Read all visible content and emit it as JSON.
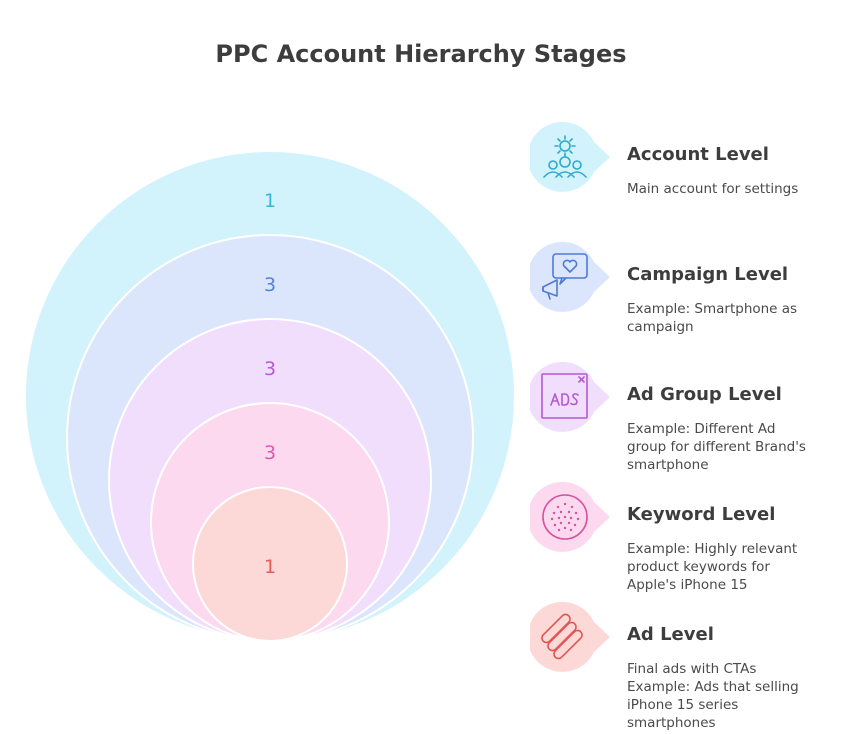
{
  "title": "PPC Account Hierarchy Stages",
  "rings": [
    {
      "label": "1",
      "fill": "#d2f3fc",
      "text_color": "#38b6d8"
    },
    {
      "label": "3",
      "fill": "#dbe6fd",
      "text_color": "#5583d6"
    },
    {
      "label": "3",
      "fill": "#f1ddfc",
      "text_color": "#b75ad3"
    },
    {
      "label": "3",
      "fill": "#fcd9ef",
      "text_color": "#d95bb0"
    },
    {
      "label": "1",
      "fill": "#fcd9d6",
      "text_color": "#e25c5c"
    }
  ],
  "stages": [
    {
      "title": "Account Level",
      "desc": "Main account for settings",
      "icon": "users-gear-icon",
      "bubble_color": "#d2f3fc",
      "icon_color": "#2ea9cf"
    },
    {
      "title": "Campaign Level",
      "desc": "Example: Smartphone as\ncampaign",
      "icon": "megaphone-heart-icon",
      "bubble_color": "#dbe6fd",
      "icon_color": "#4f7ad4"
    },
    {
      "title": "Ad Group Level",
      "desc": "Example: Different Ad\ngroup for different Brand's\nsmartphone",
      "icon": "ads-icon",
      "bubble_color": "#f1ddfc",
      "icon_color": "#b35ad0"
    },
    {
      "title": "Keyword Level",
      "desc": "Example: Highly relevant\nproduct keywords for\nApple's iPhone 15",
      "icon": "dots-circle-icon",
      "bubble_color": "#fcd9ef",
      "icon_color": "#d4529e"
    },
    {
      "title": "Ad Level",
      "desc": "Final ads with CTAs\nExample: Ads that selling\niPhone 15 series\nsmartphones",
      "icon": "stripes-icon",
      "bubble_color": "#fcd9d6",
      "icon_color": "#e05555"
    }
  ]
}
